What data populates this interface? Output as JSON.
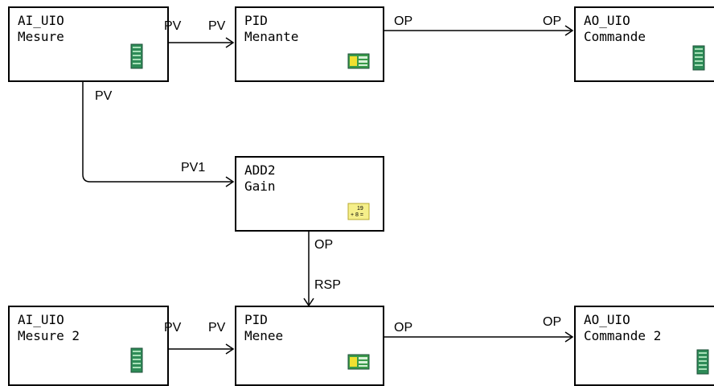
{
  "blocks": {
    "ai1": {
      "type": "AI_UIO",
      "name": "Mesure"
    },
    "pid1": {
      "type": "PID",
      "name": "Menante"
    },
    "ao1": {
      "type": "AO_UIO",
      "name": "Commande"
    },
    "add": {
      "type": "ADD2",
      "name": "Gain"
    },
    "ai2": {
      "type": "AI_UIO",
      "name": "Mesure 2"
    },
    "pid2": {
      "type": "PID",
      "name": "Menee"
    },
    "ao2": {
      "type": "AO_UIO",
      "name": "Commande 2"
    }
  },
  "icons": {
    "io": "io-module-icon",
    "pid": "pid-controller-icon",
    "add": "calculator-icon",
    "add_text_top": "19",
    "add_text_bottom": "+ 8 ="
  },
  "ports": {
    "ai1_pv": "PV",
    "pid1_pv_in": "PV",
    "ai1_pv_down": "PV",
    "add_pv1_in": "PV1",
    "pid1_op_out": "OP",
    "ao1_op_in": "OP",
    "add_op_out": "OP",
    "pid2_rsp_in": "RSP",
    "ai2_pv": "PV",
    "pid2_pv_in": "PV",
    "pid2_op_out": "OP",
    "ao2_op_in": "OP"
  },
  "colors": {
    "io_green": "#2e8b57",
    "io_dark": "#1f4f3a",
    "pid_green": "#3a9a4a",
    "pid_yellow": "#f0e030",
    "add_yellow": "#f5ef8a"
  }
}
